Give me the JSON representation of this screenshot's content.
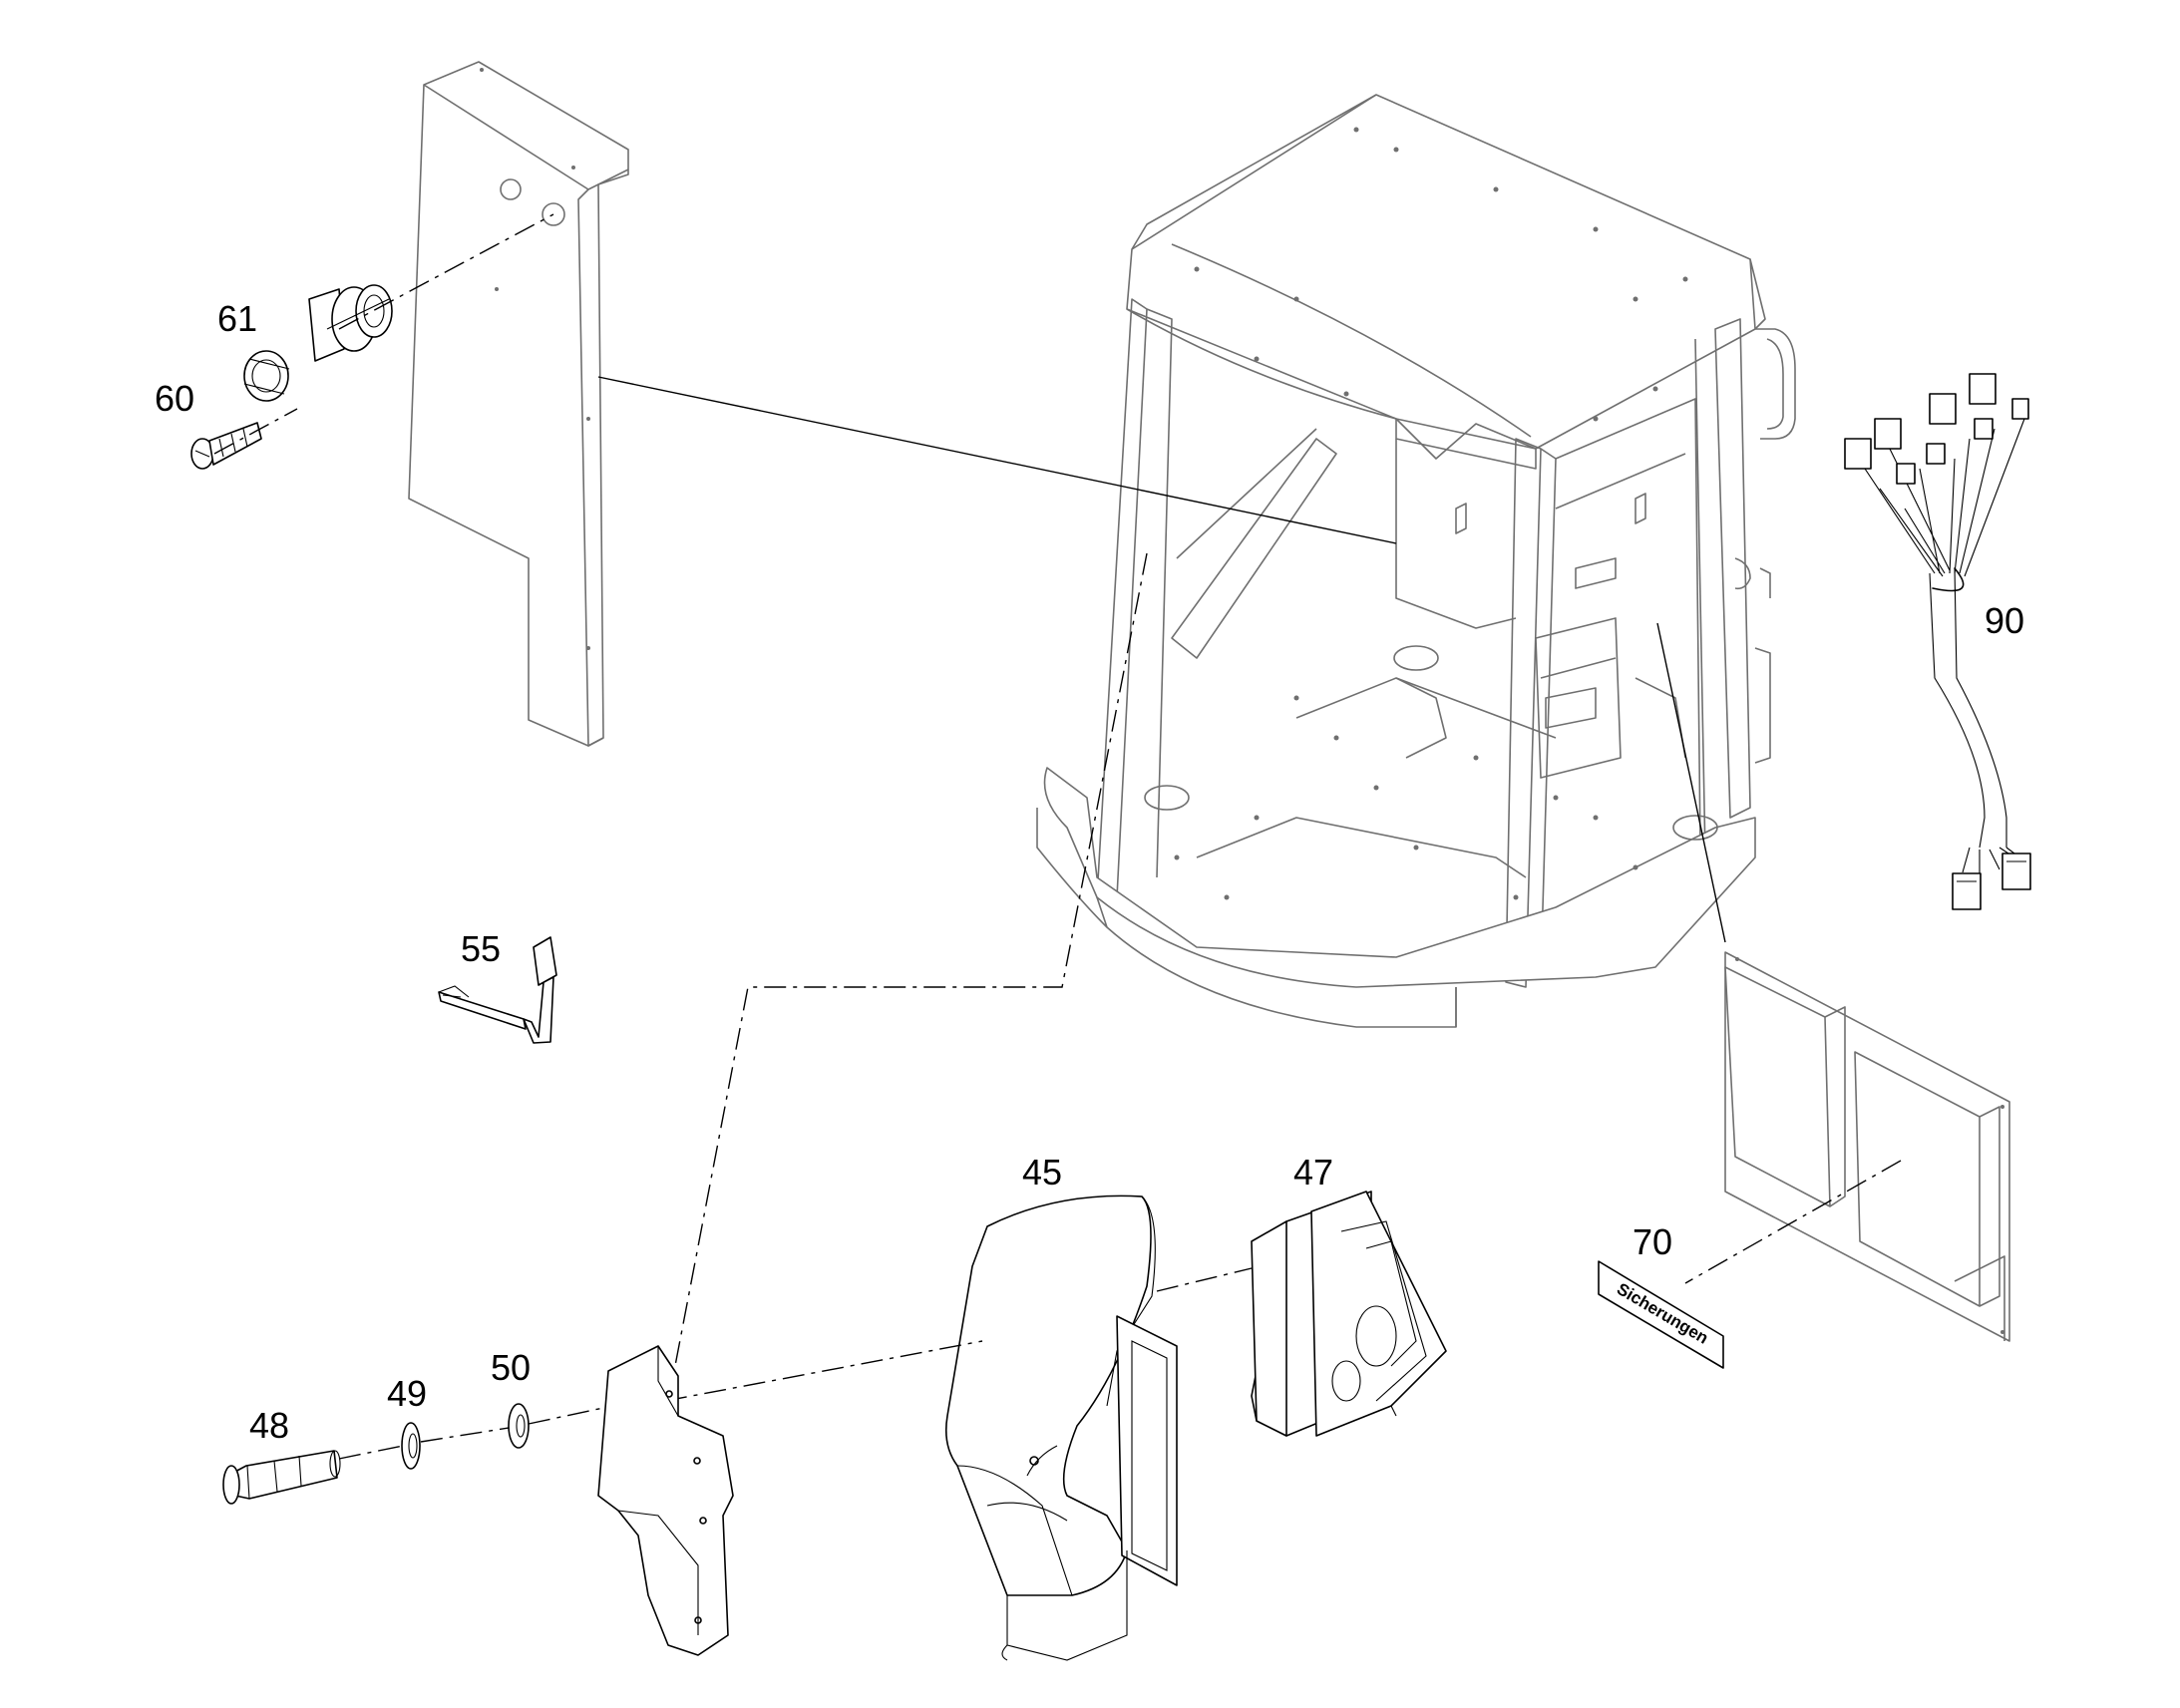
{
  "callouts": {
    "n45": "45",
    "n47": "47",
    "n48": "48",
    "n49": "49",
    "n50": "50",
    "n55": "55",
    "n60": "60",
    "n61": "61",
    "n70": "70",
    "n90": "90"
  },
  "label_plate": {
    "text": "Sicherungen"
  },
  "colors": {
    "line": "#000000",
    "cab_line": "#6f6f6f",
    "background": "#ffffff"
  }
}
